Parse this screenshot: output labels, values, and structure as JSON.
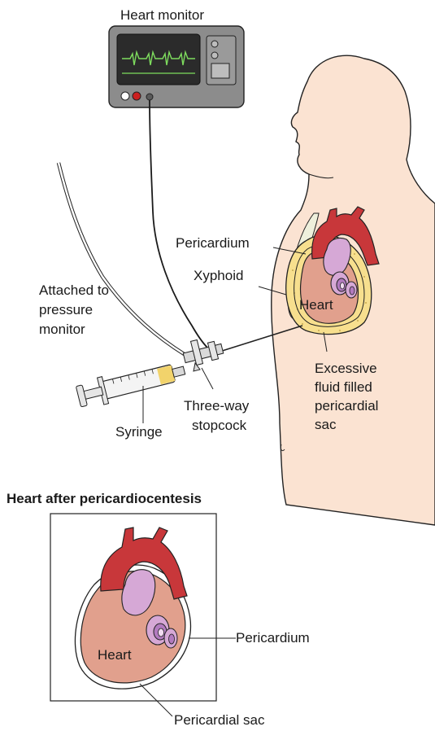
{
  "top_labels": {
    "heart_monitor": "Heart monitor",
    "pericardium": "Pericardium",
    "xyphoid": "Xyphoid",
    "heart": "Heart",
    "attached_line1": "Attached to",
    "attached_line2": "pressure",
    "attached_line3": "monitor",
    "excessive_line1": "Excessive",
    "excessive_line2": "fluid filled",
    "excessive_line3": "pericardial",
    "excessive_line4": "sac",
    "syringe": "Syringe",
    "stopcock_line1": "Three-way",
    "stopcock_line2": "stopcock"
  },
  "inset": {
    "title": "Heart after pericardiocentesis",
    "heart": "Heart",
    "pericardium": "Pericardium",
    "pericardial_sac": "Pericardial sac"
  },
  "colors": {
    "skin": "#fbe3d2",
    "outline": "#222222",
    "aorta": "#c8373a",
    "heart_tissue": "#e1a08d",
    "vessels_purple": "#d6a8d6",
    "fluid": "#f7df8e",
    "bone": "#eef0dc",
    "monitor_body": "#8c8c8c",
    "monitor_screen": "#2b2b2b",
    "ecg_trace": "#7edc5e",
    "led_red": "#cc1f1f",
    "syringe_liquid": "#f2d36b"
  }
}
